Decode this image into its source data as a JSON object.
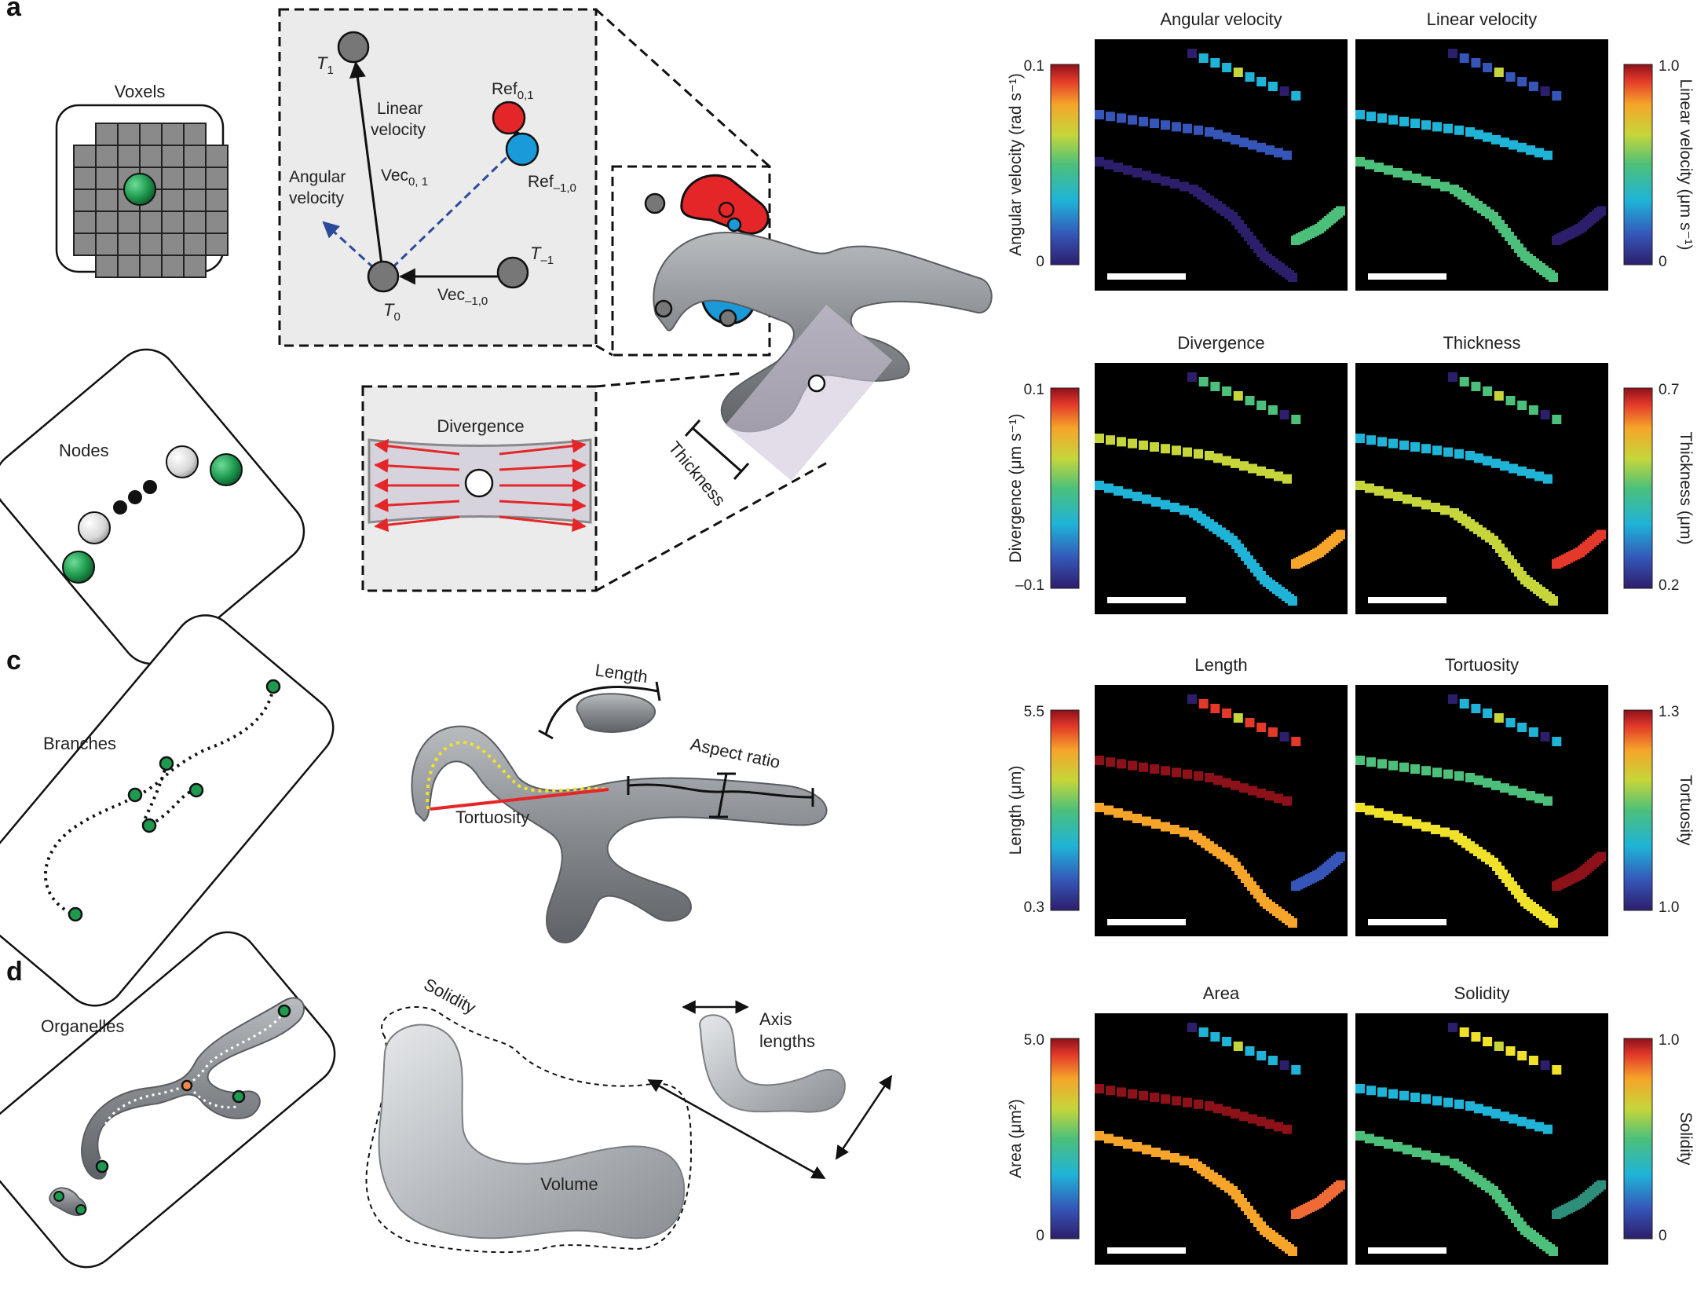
{
  "panels": {
    "a": "a",
    "c": "c",
    "d": "d"
  },
  "voxels": {
    "title": "Voxels"
  },
  "nodes": {
    "title": "Nodes"
  },
  "branches": {
    "title": "Branches"
  },
  "organelles": {
    "title": "Organelles"
  },
  "motion": {
    "t1": "T",
    "t1_sub": "1",
    "t0": "T",
    "t0_sub": "0",
    "tm1": "T",
    "tm1_sub": "–1",
    "linear_velocity_1": "Linear",
    "linear_velocity_2": "velocity",
    "angular_velocity_1": "Angular",
    "angular_velocity_2": "velocity",
    "vec01": "Vec",
    "vec01_sub": "0, 1",
    "vecm10": "Vec",
    "vecm10_sub": "–1,0",
    "ref01": "Ref",
    "ref01_sub": "0,1",
    "refm10": "Ref",
    "refm10_sub": "–1,0"
  },
  "divergence_box": {
    "title": "Divergence"
  },
  "thickness_label": "Thickness",
  "branch_metrics": {
    "length": "Length",
    "aspect_ratio": "Aspect ratio",
    "tortuosity": "Tortuosity"
  },
  "organelle_metrics": {
    "solidity": "Solidity",
    "axis_1": "Axis",
    "axis_2": "lengths",
    "volume": "Volume"
  },
  "colors": {
    "green_node": "#1e9a4f",
    "red": "#e52629",
    "blue": "#1a9ad9",
    "box_fill": "#ebebeb",
    "organelle": "#8a8d91",
    "arrow_blue": "#2b4a9b"
  },
  "maps": [
    {
      "row": 0,
      "left_title": "Angular velocity",
      "right_title": "Linear velocity",
      "left_axis": "Angular velocity (rad s⁻¹)",
      "left_max": "0.1",
      "left_min": "0",
      "right_axis": "Linear velocity (μm s⁻¹)",
      "right_max": "1.0",
      "right_min": "0"
    },
    {
      "row": 1,
      "left_title": "Divergence",
      "right_title": "Thickness",
      "left_axis": "Divergence (μm s⁻¹)",
      "left_max": "0.1",
      "left_min": "–0.1",
      "right_axis": "Thickness (μm)",
      "right_max": "0.7",
      "right_min": "0.2"
    },
    {
      "row": 2,
      "left_title": "Length",
      "right_title": "Tortuosity",
      "left_axis": "Length (μm)",
      "left_max": "5.5",
      "left_min": "0.3",
      "right_axis": "Tortuosity",
      "right_max": "1.3",
      "right_min": "1.0"
    },
    {
      "row": 3,
      "left_title": "Area",
      "right_title": "Solidity",
      "left_axis": "Area (μm²)",
      "left_max": "5.0",
      "left_min": "0",
      "right_axis": "Solidity",
      "right_max": "1.0",
      "right_min": "0"
    }
  ]
}
